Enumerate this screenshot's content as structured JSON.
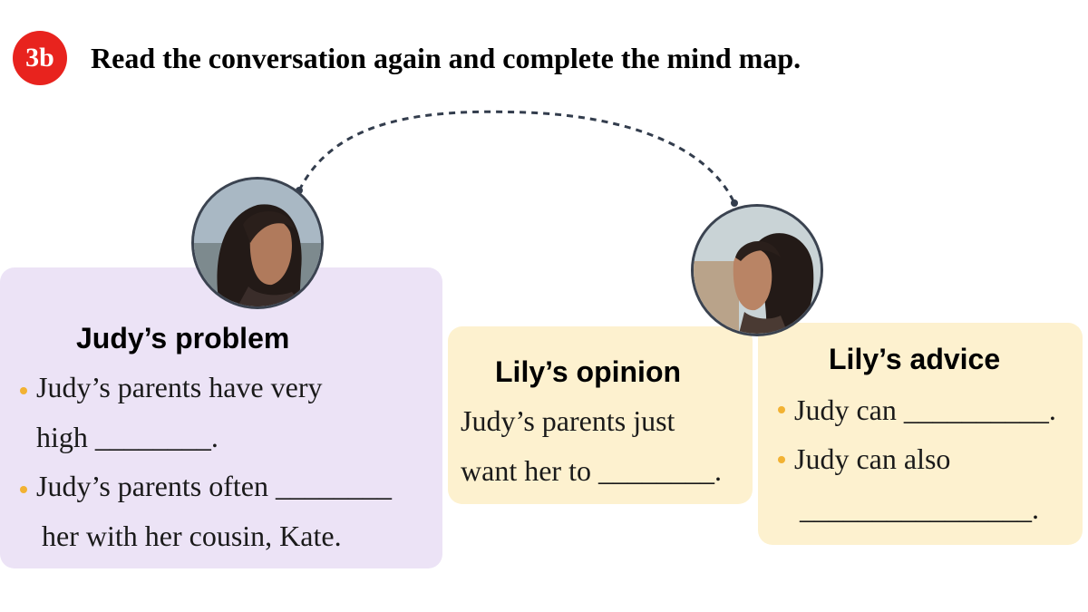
{
  "badge": "3b",
  "instruction": "Read the conversation again and complete the mind map.",
  "problem": {
    "title": "Judy’s problem",
    "line1": "Judy’s parents have very",
    "line2": "high ________.",
    "line3": "Judy’s parents often ________",
    "line4": "her with her cousin, Kate."
  },
  "opinion": {
    "title": "Lily’s opinion",
    "line1": "Judy’s parents just",
    "line2": "want her to ________."
  },
  "advice": {
    "title": "Lily’s advice",
    "line1": "Judy can __________.",
    "line2": "Judy can also",
    "line3": "________________."
  },
  "colors": {
    "badge": "#e8231e",
    "problem_box": "#ece3f6",
    "opinion_box": "#fdf1cf",
    "advice_box": "#fdf1cf",
    "bullet": "#f2b233",
    "connector": "#333d4d"
  },
  "icons": [
    "judy-portrait",
    "lily-portrait",
    "dashed-connector"
  ]
}
